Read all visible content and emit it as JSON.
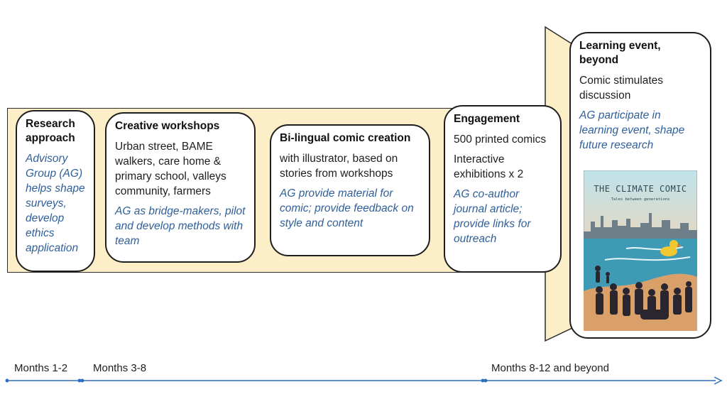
{
  "stages": [
    {
      "title": "Research approach",
      "body": [],
      "ag": "Advisory Group (AG) helps shape surveys, develop ethics application"
    },
    {
      "title": "Creative workshops",
      "body": [
        "Urban street, BAME walkers, care home & primary school, valleys community, farmers"
      ],
      "ag": "AG as bridge-makers, pilot and develop methods with team"
    },
    {
      "title": "Bi-lingual comic creation",
      "body": [
        "with illustrator, based on stories from workshops"
      ],
      "ag": "AG provide material for comic; provide feedback on style and content"
    },
    {
      "title": "Engagement",
      "body": [
        "500 printed comics",
        "Interactive exhibitions x 2"
      ],
      "ag": "AG co-author journal article; provide links for outreach"
    },
    {
      "title": "Learning event, beyond",
      "body": [
        "Comic stimulates discussion"
      ],
      "ag": "AG participate in learning event, shape future research"
    }
  ],
  "comic_cover": {
    "title": "THE CLIMATE COMIC",
    "subtitle": "Tales between generations"
  },
  "timeline": {
    "labels": [
      "Months 1-2",
      "Months 3-8",
      "Months 8-12 and beyond"
    ],
    "color": "#2f6fbf"
  },
  "colors": {
    "band_fill": "#fcefc7",
    "ag_text": "#2f5f99",
    "outline": "#1e1e1e"
  }
}
